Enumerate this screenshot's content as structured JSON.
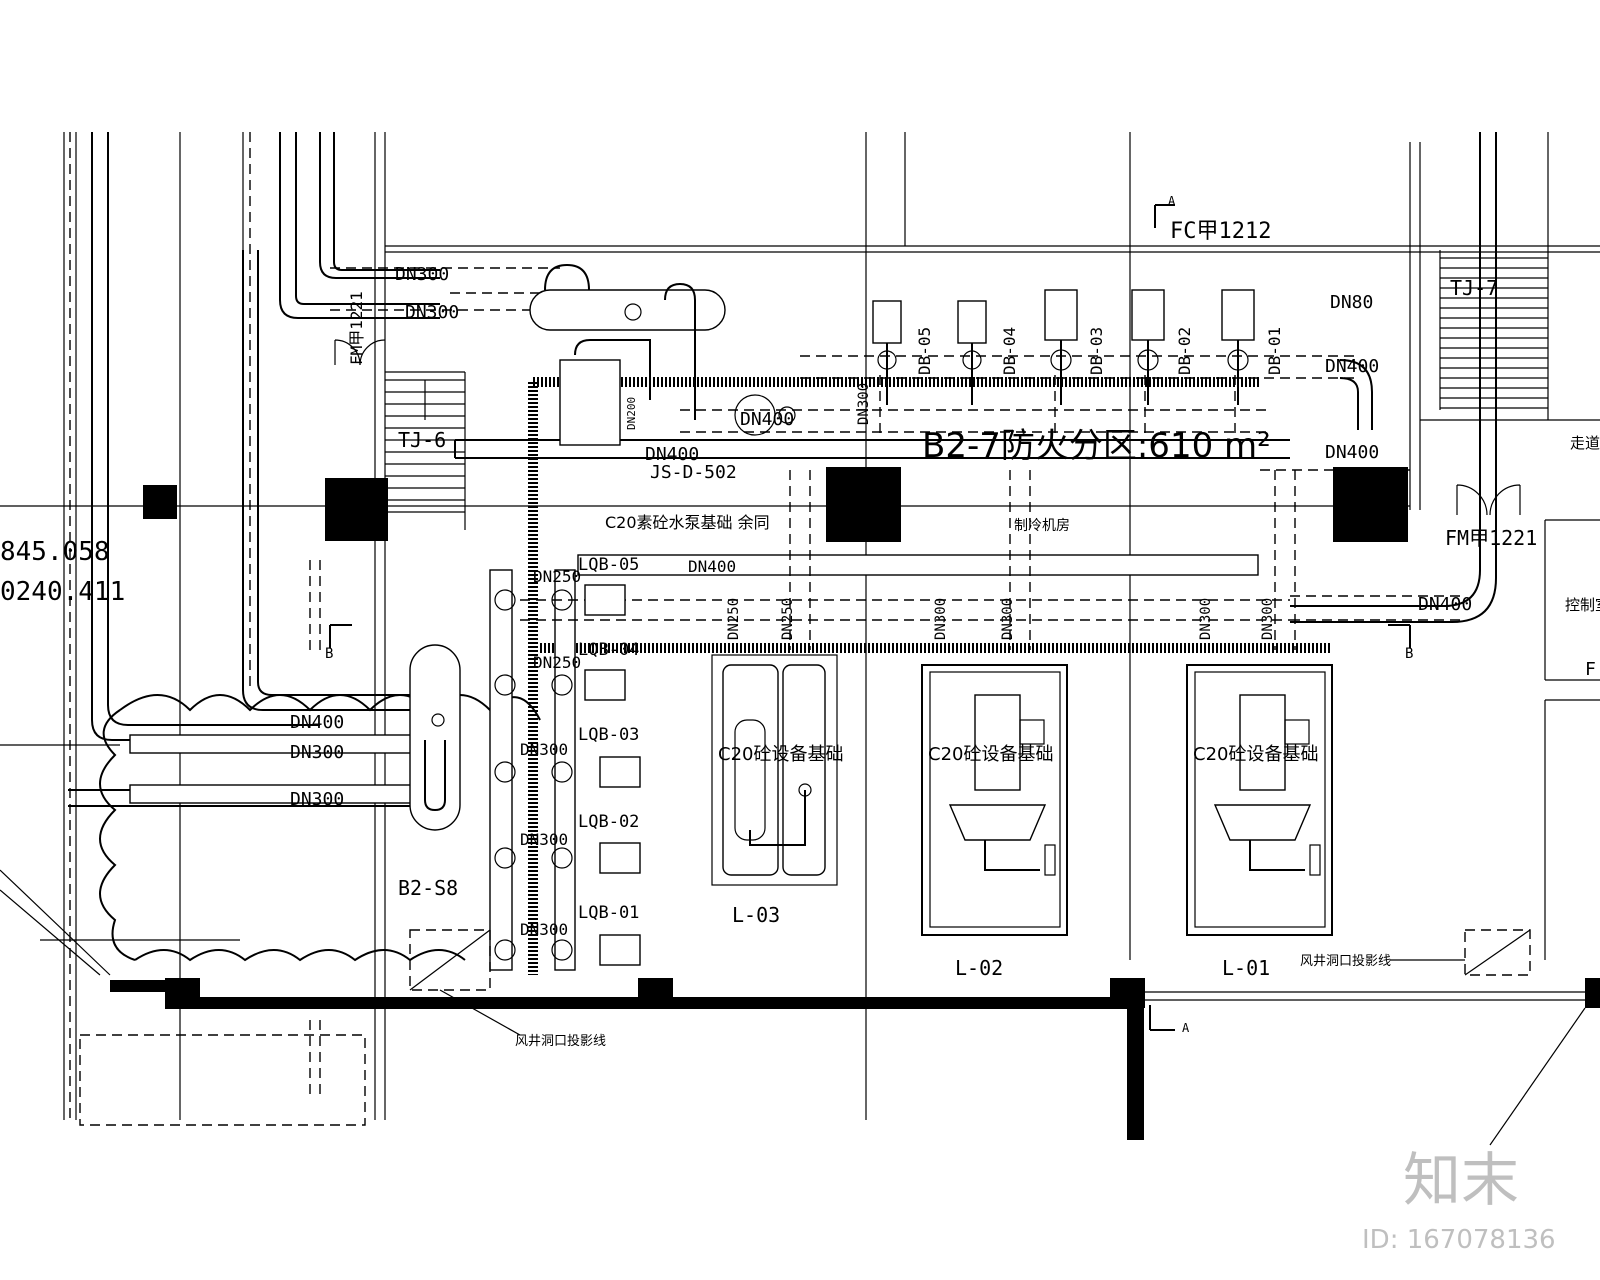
{
  "zone_title": "B2-7防火分区:610 m²",
  "room_chiller": "制冷机房",
  "room_corridor": "走道",
  "room_control": "控制室",
  "room_control_suffix": "F",
  "coord_1": "845.058",
  "coord_2": "0240.411",
  "door_top": "FC甲1212",
  "door_right": "FM甲1221",
  "door_left": "FM甲1221",
  "stair_left": "TJ-6",
  "stair_right": "TJ-7",
  "section_a": "A",
  "section_b": "B",
  "shaft_label": "B2-S8",
  "shaft_proj_1": "风井洞口投影线",
  "shaft_proj_2": "风井洞口投影线",
  "base_pump": "C20素砼水泵基础 余同",
  "base_equip": "C20砼设备基础",
  "valve_tag": "JS-D-502",
  "pipes": {
    "dn300_a": "DN300",
    "dn300_b": "DN300",
    "dn400_a": "DN400",
    "dn300_c": "DN300",
    "dn300_d": "DN300",
    "dn400_b": "DN400",
    "dn400_c": "DN400",
    "dn400_d": "DN400",
    "dn400_e": "DN400",
    "dn400_f": "DN400",
    "dn80": "DN80",
    "dn250_a": "DN250",
    "dn250_b": "DN250",
    "dn250_c": "DN250",
    "dn300_e": "DN300",
    "dn300_f": "DN300",
    "dn300_g": "DN300",
    "dn200": "DN200",
    "dn250_d": "DN250",
    "dn300_h": "DN300",
    "dn300_i": "DN300",
    "dn300_j": "DN300",
    "dn250_e": "DN250",
    "dn300_k": "DN300",
    "dn300_l": "DN300"
  },
  "pumps_left": [
    "LQB-05",
    "LQB-04",
    "LQB-03",
    "LQB-02",
    "LQB-01"
  ],
  "pumps_top": [
    "DB-05",
    "DB-04",
    "DB-03",
    "DB-02",
    "DB-01"
  ],
  "chillers": [
    "L-03",
    "L-02",
    "L-01"
  ],
  "watermark_logo": "知末",
  "watermark_id": "ID: 167078136"
}
